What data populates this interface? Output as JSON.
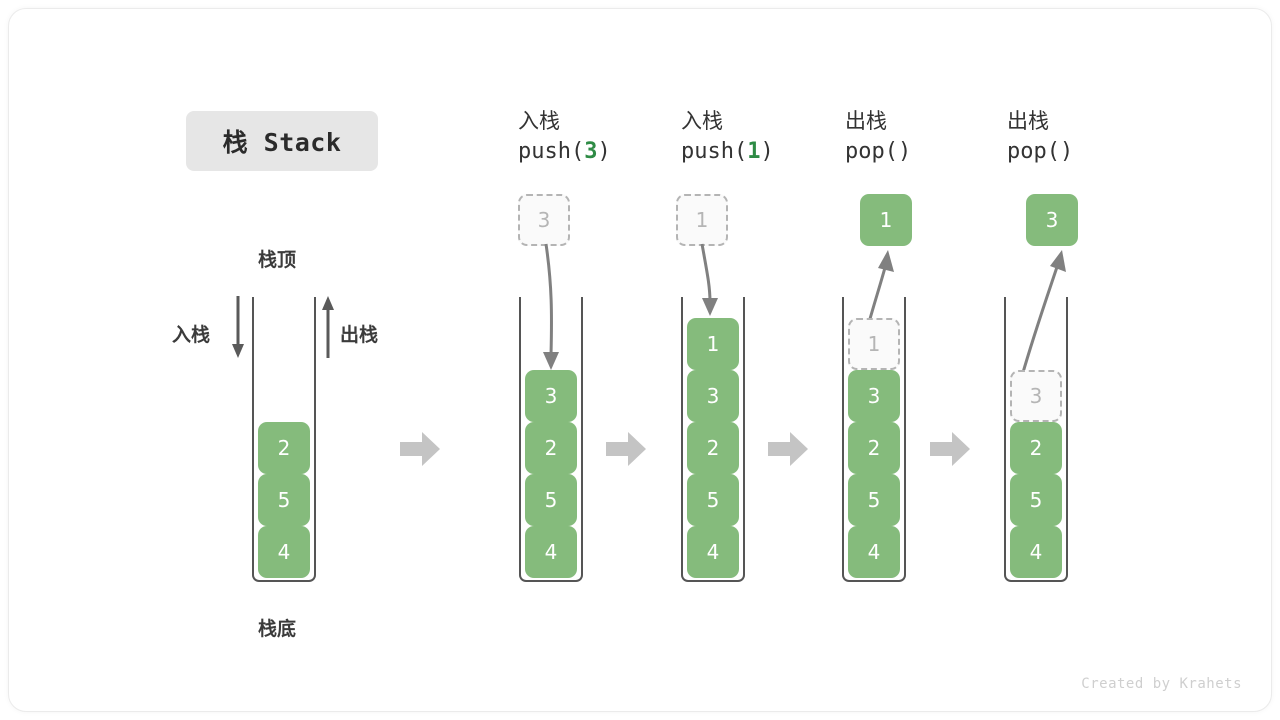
{
  "diagram": {
    "title": "栈 Stack",
    "footer": "Created by Krahets",
    "labels": {
      "top": "栈顶",
      "bottom": "栈底",
      "push": "入栈",
      "pop": "出栈"
    },
    "colors": {
      "element_green": "#85bb7c",
      "highlight_green": "#2e8b45",
      "ghost_fill": "#fafafa",
      "ghost_border": "#b4b4b4",
      "container_border": "#555555",
      "transition_arrow": "#c4c4c4",
      "title_chip_bg": "#e6e6e6",
      "text": "#333333"
    },
    "columns": [
      {
        "id": "initial",
        "head_cn": "",
        "head_code": "",
        "code_prefix": "",
        "code_num": "",
        "code_suffix": "",
        "floating": null,
        "cells": [
          {
            "value": "2",
            "state": "solid"
          },
          {
            "value": "5",
            "state": "solid"
          },
          {
            "value": "4",
            "state": "solid"
          }
        ]
      },
      {
        "id": "push-3",
        "head_cn": "入栈",
        "code_prefix": "push(",
        "code_num": "3",
        "code_suffix": ")",
        "floating": {
          "value": "3",
          "state": "ghost"
        },
        "cells": [
          {
            "value": "3",
            "state": "solid"
          },
          {
            "value": "2",
            "state": "solid"
          },
          {
            "value": "5",
            "state": "solid"
          },
          {
            "value": "4",
            "state": "solid"
          }
        ]
      },
      {
        "id": "push-1",
        "head_cn": "入栈",
        "code_prefix": "push(",
        "code_num": "1",
        "code_suffix": ")",
        "floating": {
          "value": "1",
          "state": "ghost"
        },
        "cells": [
          {
            "value": "1",
            "state": "solid"
          },
          {
            "value": "3",
            "state": "solid"
          },
          {
            "value": "2",
            "state": "solid"
          },
          {
            "value": "5",
            "state": "solid"
          },
          {
            "value": "4",
            "state": "solid"
          }
        ]
      },
      {
        "id": "pop-1",
        "head_cn": "出栈",
        "code_prefix": "pop(",
        "code_num": "",
        "code_suffix": ")",
        "floating": {
          "value": "1",
          "state": "solid"
        },
        "cells": [
          {
            "value": "1",
            "state": "ghost"
          },
          {
            "value": "3",
            "state": "solid"
          },
          {
            "value": "2",
            "state": "solid"
          },
          {
            "value": "5",
            "state": "solid"
          },
          {
            "value": "4",
            "state": "solid"
          }
        ]
      },
      {
        "id": "pop-3",
        "head_cn": "出栈",
        "code_prefix": "pop(",
        "code_num": "",
        "code_suffix": ")",
        "floating": {
          "value": "3",
          "state": "solid"
        },
        "cells": [
          {
            "value": "3",
            "state": "ghost"
          },
          {
            "value": "2",
            "state": "solid"
          },
          {
            "value": "5",
            "state": "solid"
          },
          {
            "value": "4",
            "state": "solid"
          }
        ]
      }
    ]
  }
}
